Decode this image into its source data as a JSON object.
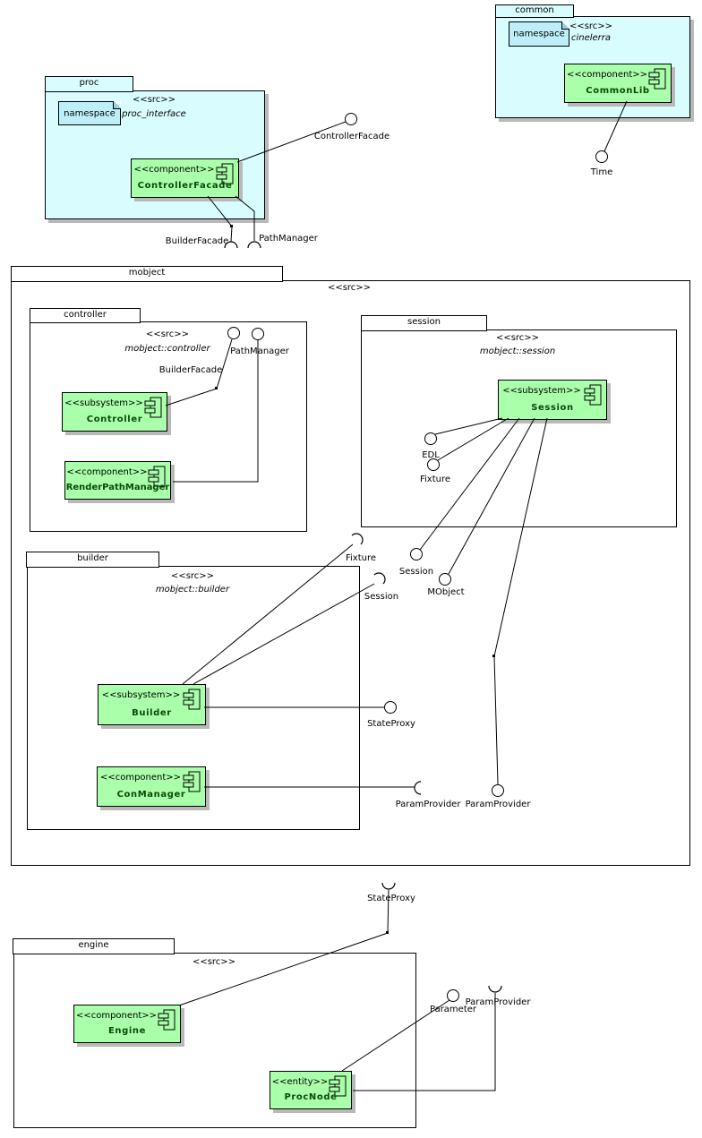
{
  "diagram_title": "UML component diagram",
  "colors": {
    "package_fill": "#d9fdff",
    "note_fill": "#beeff9",
    "component_fill": "#aaffaa",
    "shadow": "#b9b9b9",
    "component_name_text": "#084a08",
    "line": "#000000"
  },
  "packages": {
    "proc": {
      "label": "proc",
      "src": "<<src>>",
      "path": "proc_interface",
      "note": "namespace"
    },
    "common": {
      "label": "common",
      "src": "<<src>>",
      "path": "cinelerra",
      "note": "namespace"
    },
    "mobject": {
      "label": "mobject",
      "src": "<<src>>"
    },
    "controller": {
      "label": "controller",
      "src": "<<src>>",
      "path": "mobject::controller"
    },
    "session": {
      "label": "session",
      "src": "<<src>>",
      "path": "mobject::session"
    },
    "builder": {
      "label": "builder",
      "src": "<<src>>",
      "path": "mobject::builder"
    },
    "engine": {
      "label": "engine",
      "src": "<<src>>"
    }
  },
  "components": {
    "controller_facade": {
      "stereotype": "<<component>>",
      "name": "ControllerFacade"
    },
    "common_lib": {
      "stereotype": "<<component>>",
      "name": "CommonLib"
    },
    "controller": {
      "stereotype": "<<subsystem>>",
      "name": "Controller"
    },
    "render_path_manager": {
      "stereotype": "<<component>>",
      "name": "RenderPathManager"
    },
    "session": {
      "stereotype": "<<subsystem>>",
      "name": "Session"
    },
    "builder": {
      "stereotype": "<<subsystem>>",
      "name": "Builder"
    },
    "con_manager": {
      "stereotype": "<<component>>",
      "name": "ConManager"
    },
    "engine": {
      "stereotype": "<<component>>",
      "name": "Engine"
    },
    "proc_node": {
      "stereotype": "<<entity>>",
      "name": "ProcNode"
    }
  },
  "interfaces": {
    "balls": [
      {
        "id": "time",
        "label": "Time"
      },
      {
        "id": "controller-facade",
        "label": "ControllerFacade"
      },
      {
        "id": "builder-facade",
        "label": "BuilderFacade"
      },
      {
        "id": "path-manager",
        "label": "PathManager"
      },
      {
        "id": "edl",
        "label": "EDL"
      },
      {
        "id": "fixture",
        "label": "Fixture"
      },
      {
        "id": "session",
        "label": "Session"
      },
      {
        "id": "mobject",
        "label": "MObject"
      },
      {
        "id": "state-proxy",
        "label": "StateProxy"
      },
      {
        "id": "param-provider",
        "label": "ParamProvider"
      },
      {
        "id": "parameter",
        "label": "Parameter"
      }
    ],
    "sockets": [
      {
        "id": "builder-facade",
        "label": "BuilderFacade"
      },
      {
        "id": "path-manager",
        "label": "PathManager"
      },
      {
        "id": "fixture",
        "label": "Fixture"
      },
      {
        "id": "session",
        "label": "Session"
      },
      {
        "id": "param-provider-mid",
        "label": "ParamProvider"
      },
      {
        "id": "state-proxy",
        "label": "StateProxy"
      },
      {
        "id": "param-provider-engine",
        "label": "ParamProvider"
      }
    ]
  }
}
